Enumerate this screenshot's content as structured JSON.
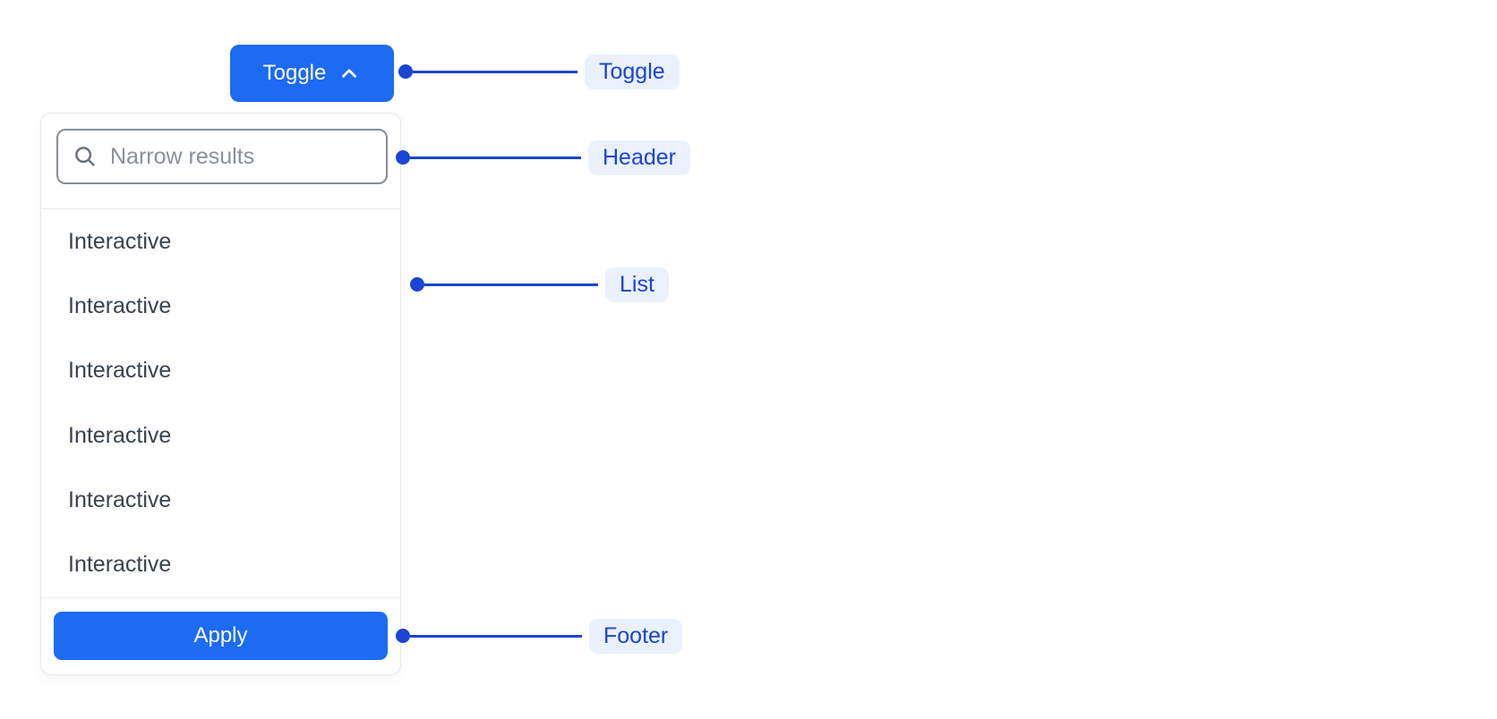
{
  "toggle": {
    "label": "Toggle",
    "icon": "chevron-up-icon"
  },
  "panel": {
    "header": {
      "search_placeholder": "Narrow results",
      "icon": "search-icon"
    },
    "list": {
      "items": [
        "Interactive",
        "Interactive",
        "Interactive",
        "Interactive",
        "Interactive",
        "Interactive"
      ]
    },
    "footer": {
      "apply_label": "Apply"
    }
  },
  "annotations": [
    {
      "label": "Toggle"
    },
    {
      "label": "Header"
    },
    {
      "label": "List"
    },
    {
      "label": "Footer"
    }
  ],
  "colors": {
    "accent_blue": "#1D6BF3",
    "annotation_blue": "#1A45D2",
    "annotation_pill_bg": "#EAF1FD",
    "list_text": "#3A4250",
    "placeholder_text": "#8A909A",
    "input_border": "#878D97",
    "panel_border": "#E8E8EC",
    "divider": "#EAEAEF",
    "button_text": "#FFFFFF"
  }
}
